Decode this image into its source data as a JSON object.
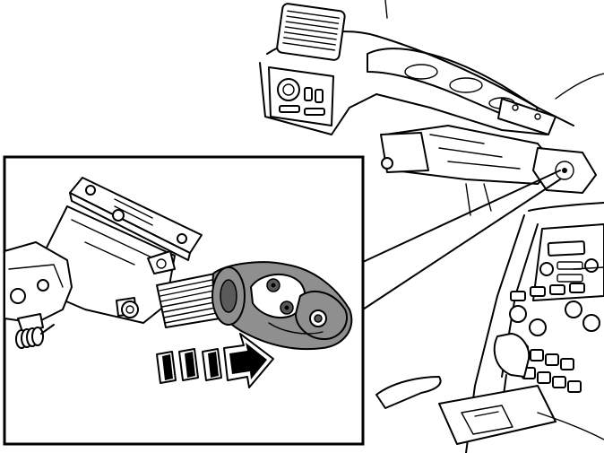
{
  "figure": {
    "colors": {
      "line": "#000000",
      "background": "#ffffff",
      "joint_shading": "#8f8f8f",
      "joint_dark": "#5a5a5a"
    },
    "icons": [
      "dashboard-view",
      "steering-column-detail",
      "universal-joint",
      "direction-arrow-right"
    ],
    "arrow": {
      "direction": "right",
      "blocks": 3
    }
  }
}
